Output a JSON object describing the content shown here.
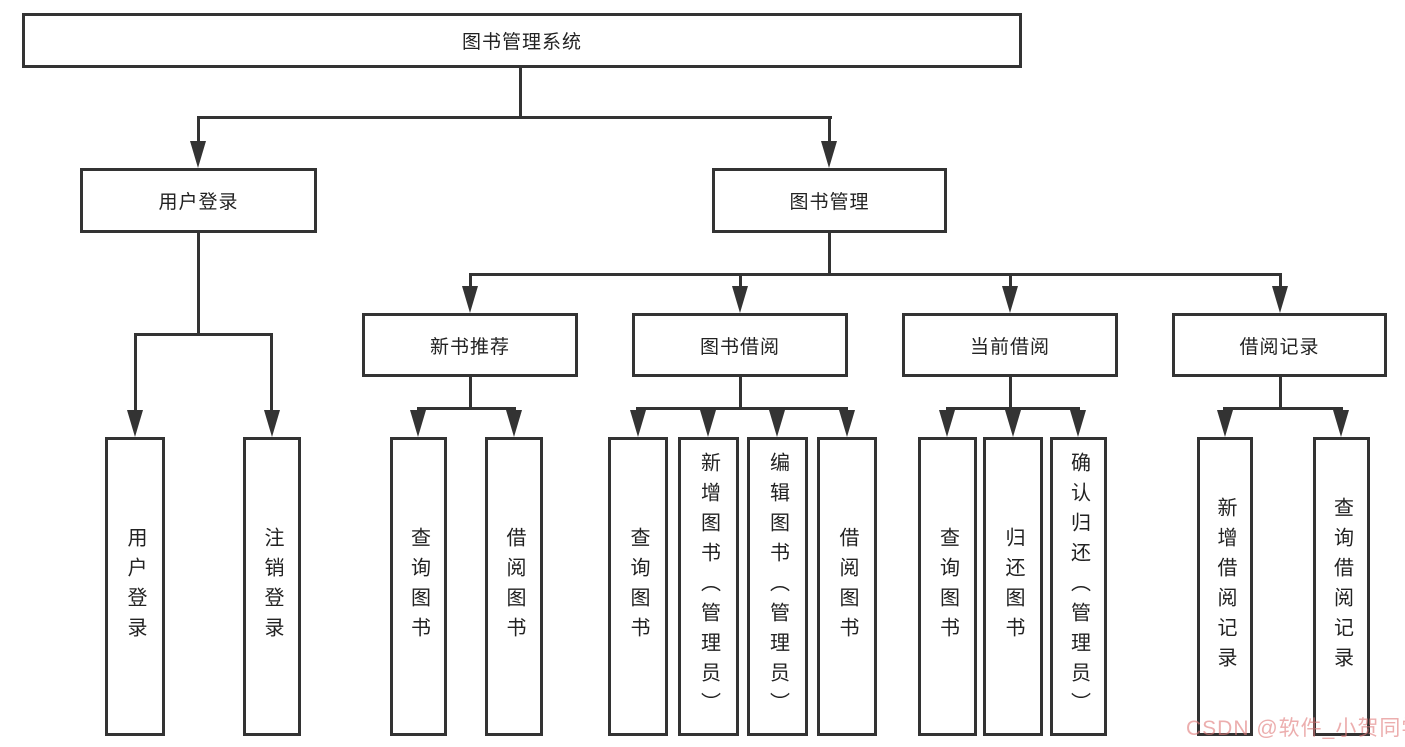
{
  "diagram": {
    "title": "图书管理系统",
    "line_color": "#333333",
    "nodes": {
      "user_login": "用户登录",
      "book_mgmt": "图书管理",
      "new_book_rec": "新书推荐",
      "book_borrow": "图书借阅",
      "current_borrow": "当前借阅",
      "borrow_records": "借阅记录"
    },
    "leaves": {
      "user_login": [
        "用户登录",
        "注销登录"
      ],
      "new_book_rec": [
        "查询图书",
        "借阅图书"
      ],
      "book_borrow": [
        "查询图书",
        "新增图书（管理员）",
        "编辑图书（管理员）",
        "借阅图书"
      ],
      "current_borrow": [
        "查询图书",
        "归还图书",
        "确认归还（管理员）"
      ],
      "borrow_records": [
        "新增借阅记录",
        "查询借阅记录"
      ]
    }
  },
  "watermark": {
    "text": "CSDN @软件_小贺同学",
    "color": "#e07c7c"
  }
}
